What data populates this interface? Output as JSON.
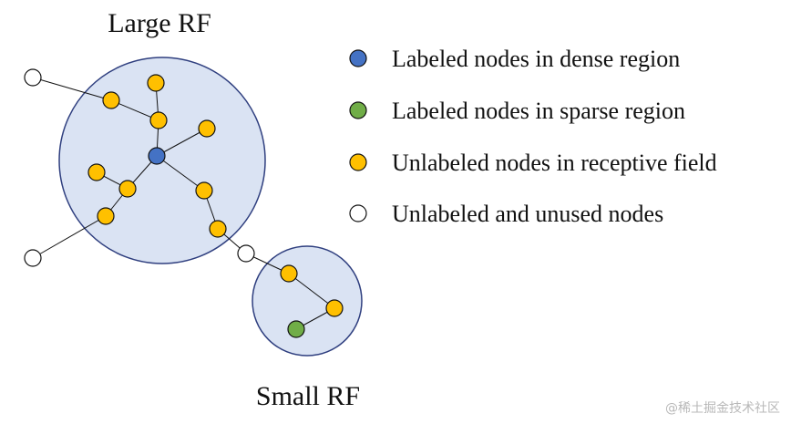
{
  "large_rf_label": "Large RF",
  "small_rf_label": "Small RF",
  "legend": [
    {
      "label": "Labeled nodes in dense region",
      "color": "#4472c4",
      "icon": "blue-node-icon"
    },
    {
      "label": "Labeled nodes in sparse region",
      "color": "#70ad47",
      "icon": "green-node-icon"
    },
    {
      "label": "Unlabeled nodes in receptive field",
      "color": "#ffc000",
      "icon": "yellow-node-icon"
    },
    {
      "label": "Unlabeled and unused nodes",
      "color": "#ffffff",
      "icon": "white-node-icon"
    }
  ],
  "watermark": "@稀土掘金技术社区",
  "colors": {
    "region_fill": "#dae3f3",
    "region_stroke": "#2f3f7f",
    "node_stroke": "#111111",
    "edge": "#111111"
  }
}
